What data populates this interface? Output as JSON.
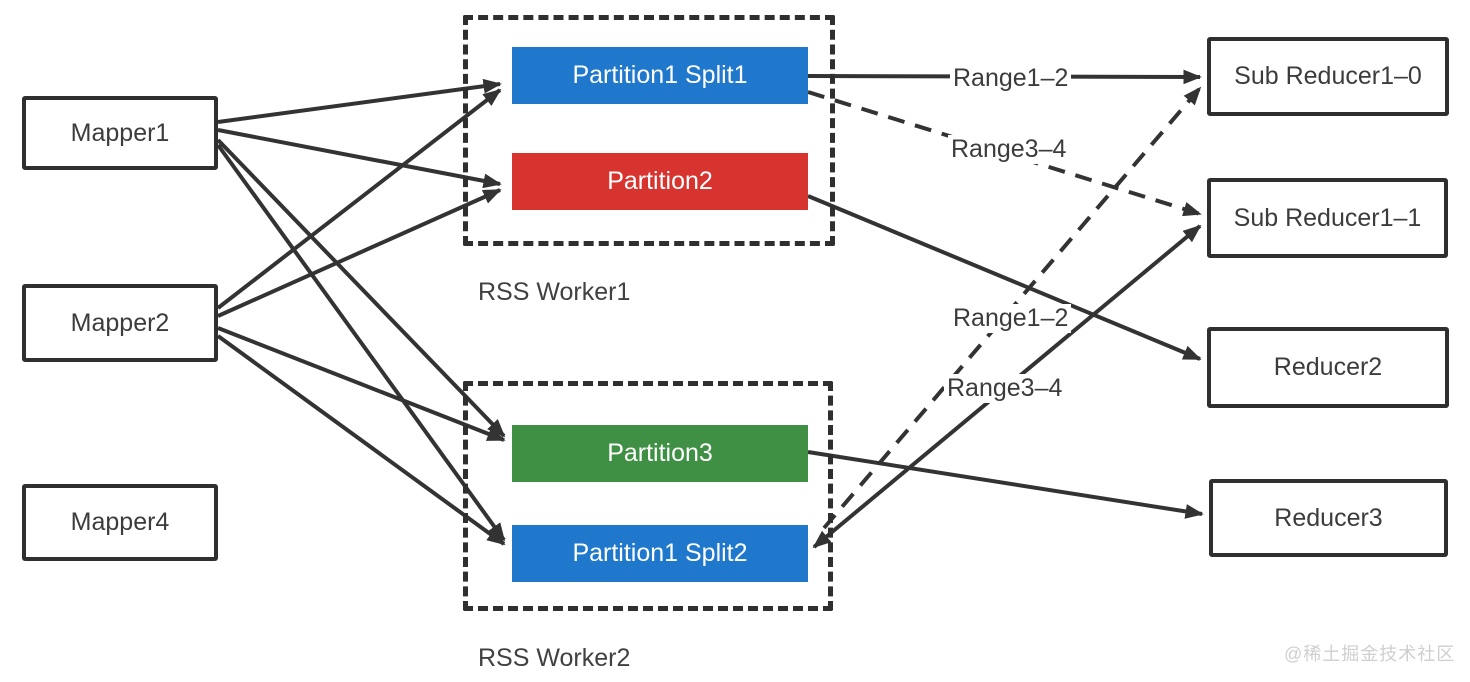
{
  "diagram": {
    "mappers": [
      {
        "label": "Mapper1"
      },
      {
        "label": "Mapper2"
      },
      {
        "label": "Mapper4"
      }
    ],
    "workers": [
      {
        "label": "RSS Worker1",
        "partitions": [
          {
            "label": "Partition1 Split1",
            "color": "#1f78cc"
          },
          {
            "label": "Partition2",
            "color": "#d7342f"
          }
        ]
      },
      {
        "label": "RSS Worker2",
        "partitions": [
          {
            "label": "Partition3",
            "color": "#3f9044"
          },
          {
            "label": "Partition1 Split2",
            "color": "#1f78cc"
          }
        ]
      }
    ],
    "reducers": [
      {
        "label": "Sub Reducer1–0"
      },
      {
        "label": "Sub Reducer1–1"
      },
      {
        "label": "Reducer2"
      },
      {
        "label": "Reducer3"
      }
    ],
    "edge_labels": {
      "split1_to_sub0": "Range1–2",
      "split1_to_sub1": "Range3–4",
      "split2_to_sub0": "Range1–2",
      "split2_to_sub1": "Range3–4"
    },
    "colors": {
      "line": "#333333",
      "box_border": "#2f2f2f",
      "partition_blue": "#1f78cc",
      "partition_red": "#d7342f",
      "partition_green": "#3f9044",
      "watermark_gray": "#cfcfcf"
    },
    "watermark": "@稀土掘金技术社区"
  }
}
